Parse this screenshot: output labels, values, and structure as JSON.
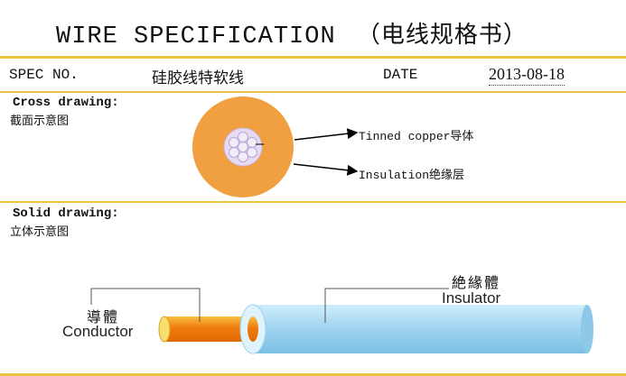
{
  "header": {
    "title_en": "WIRE SPECIFICATION",
    "title_cn": "（电线规格书）"
  },
  "spec_row": {
    "spec_label": "SPEC NO.",
    "spec_value": "硅胶线特软线",
    "date_label": "DATE",
    "date_value": "2013-08-18"
  },
  "cross_section": {
    "title": "Cross drawing:",
    "subtitle": "截面示意图",
    "conductor_label_en": "Tinned copper",
    "conductor_label_cn": "导体",
    "insulation_label_en": "Insulation",
    "insulation_label_cn": "绝缘层"
  },
  "solid_section": {
    "title": "Solid drawing:",
    "subtitle": "立体示意图",
    "insulator_label_cn": "絶緣體",
    "insulator_label_en": "Insulator",
    "conductor_label_cn": "導體",
    "conductor_label_en": "Conductor"
  },
  "colors": {
    "rule": "#e8c440",
    "insulation_orange": "#f0a040",
    "core_lilac": "#ddd0ec",
    "jacket_blue": "#a8d8f0",
    "conductor_orange": "#f08a10"
  }
}
